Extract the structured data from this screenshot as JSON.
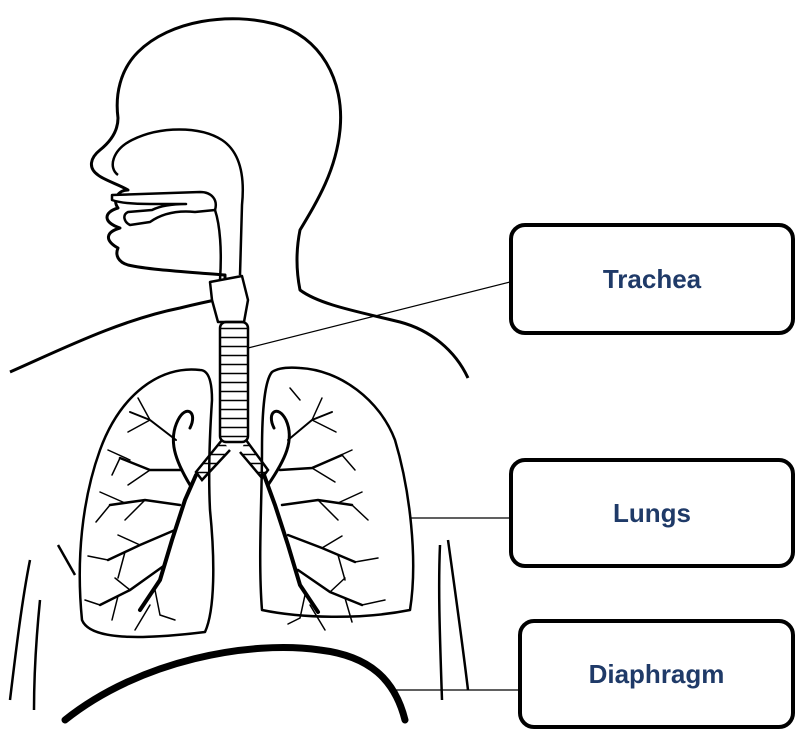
{
  "labels": {
    "trachea": "Trachea",
    "lungs": "Lungs",
    "diaphragm": "Diaphragm"
  },
  "colors": {
    "label_text": "#1f3a68",
    "outline": "#000000",
    "background": "#ffffff"
  }
}
